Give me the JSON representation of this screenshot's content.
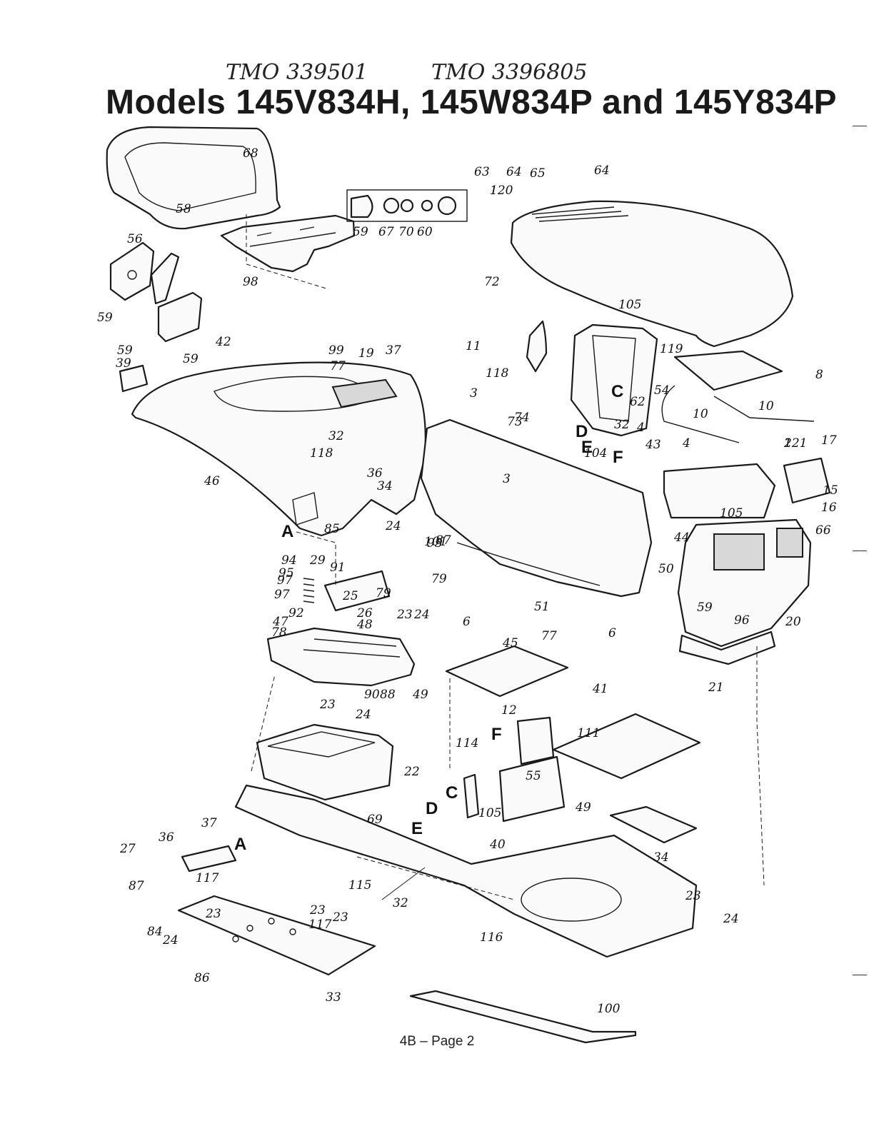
{
  "header": {
    "handwritten_left": "TMO 339501",
    "handwritten_right": "TMO 3396805",
    "title": "Models 145V834H, 145W834P and 145Y834P"
  },
  "footer": {
    "page_label": "4B – Page 2"
  },
  "diagram": {
    "letter_markers": [
      "A",
      "A",
      "C",
      "C",
      "D",
      "D",
      "E",
      "E",
      "F",
      "F"
    ],
    "part_callouts": [
      "1",
      "2",
      "3",
      "3",
      "4",
      "4",
      "6",
      "6",
      "8",
      "10",
      "10",
      "11",
      "12",
      "15",
      "16",
      "17",
      "19",
      "20",
      "21",
      "22",
      "23",
      "23",
      "23",
      "23",
      "23",
      "23",
      "24",
      "24",
      "24",
      "24",
      "24",
      "25",
      "26",
      "27",
      "29",
      "32",
      "32",
      "32",
      "33",
      "34",
      "34",
      "36",
      "36",
      "37",
      "37",
      "39",
      "40",
      "41",
      "42",
      "43",
      "44",
      "45",
      "46",
      "47",
      "48",
      "49",
      "49",
      "50",
      "51",
      "54",
      "55",
      "56",
      "58",
      "59",
      "59",
      "59",
      "59",
      "59",
      "60",
      "62",
      "63",
      "64",
      "64",
      "65",
      "66",
      "67",
      "68",
      "69",
      "70",
      "72",
      "73",
      "74",
      "77",
      "77",
      "78",
      "79",
      "79",
      "84",
      "85",
      "86",
      "87",
      "87",
      "88",
      "90",
      "91",
      "92",
      "93",
      "94",
      "95",
      "96",
      "97",
      "97",
      "98",
      "99",
      "100",
      "101",
      "104",
      "105",
      "105",
      "105",
      "111",
      "114",
      "115",
      "116",
      "117",
      "117",
      "118",
      "118",
      "119",
      "120",
      "121"
    ]
  }
}
